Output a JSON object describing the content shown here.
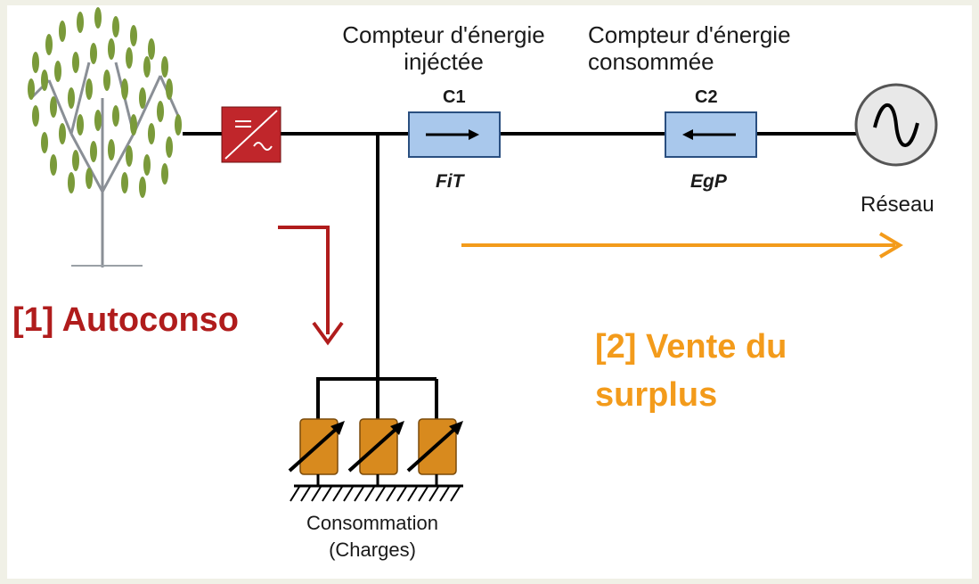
{
  "meters": [
    {
      "title_line1": "Compteur d'énergie",
      "title_line2": "injéctée",
      "id": "C1",
      "tariff": "FiT"
    },
    {
      "title_line1": "Compteur d'énergie",
      "title_line2": "consommée",
      "id": "C2",
      "tariff": "EgP"
    }
  ],
  "grid": {
    "label": "Réseau"
  },
  "load": {
    "line1": "Consommation",
    "line2": "(Charges)"
  },
  "flows": {
    "autoconso": {
      "label": "[1] Autoconso",
      "color": "#b01c1c"
    },
    "vente": {
      "line1": "[2] Vente du",
      "line2": "surplus",
      "color": "#f39b1b"
    }
  },
  "colors": {
    "inverter": "#c0262b",
    "meter_fill": "#a9c8ec",
    "load_fill": "#d88a1e",
    "tree_leaf": "#7a9a3a"
  },
  "icons": {
    "inverter": "dc-ac-converter-icon",
    "grid": "ac-sine-icon",
    "tree": "wind-tree-icon",
    "load": "variable-resistor-icon"
  }
}
